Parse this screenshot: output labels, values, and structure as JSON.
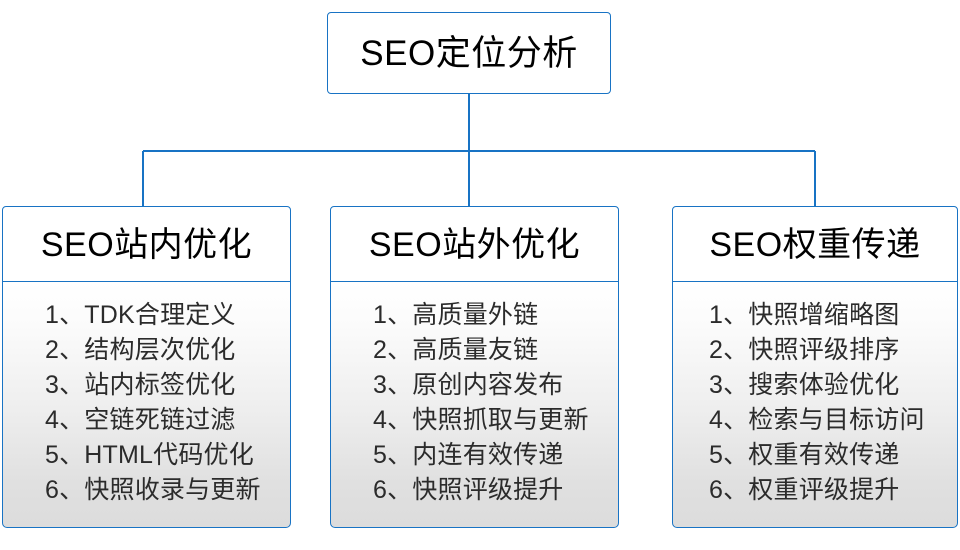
{
  "diagram": {
    "type": "org-chart",
    "root": {
      "title": "SEO定位分析"
    },
    "branches": [
      {
        "title": "SEO站内优化",
        "items": [
          "1、TDK合理定义",
          "2、结构层次优化",
          "3、站内标签优化",
          "4、空链死链过滤",
          "5、HTML代码优化",
          "6、快照收录与更新"
        ]
      },
      {
        "title": "SEO站外优化",
        "items": [
          "1、高质量外链",
          "2、高质量友链",
          "3、原创内容发布",
          "4、快照抓取与更新",
          "5、内连有效传递",
          "6、快照评级提升"
        ]
      },
      {
        "title": "SEO权重传递",
        "items": [
          "1、快照增缩略图",
          "2、快照评级排序",
          "3、搜索体验优化",
          "4、检索与目标访问",
          "5、权重有效传递",
          "6、权重评级提升"
        ]
      }
    ],
    "colors": {
      "border": "#1873c4",
      "connector": "#1873c4",
      "background": "#ffffff",
      "body_gradient_start": "#ffffff",
      "body_gradient_end": "#dcdcdc",
      "text": "#000000"
    }
  }
}
